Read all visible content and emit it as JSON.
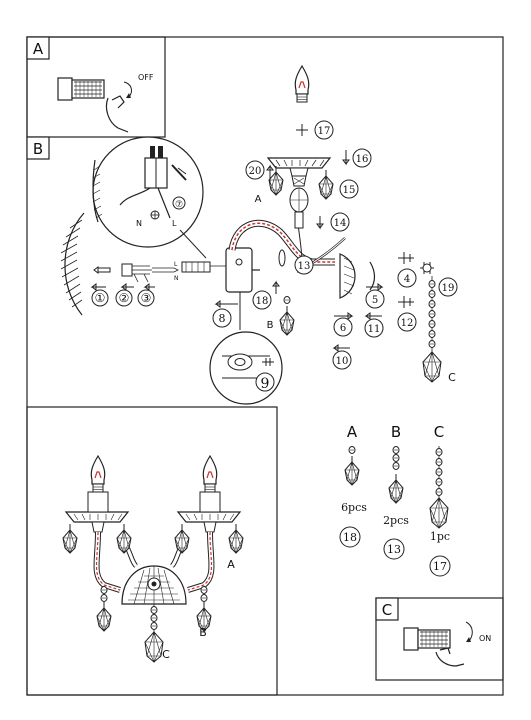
{
  "panels": {
    "a": {
      "label": "A",
      "switch_text": "OFF"
    },
    "b": {
      "label": "B"
    },
    "c": {
      "label": "C",
      "switch_text": "ON"
    }
  },
  "wiring": {
    "neutral": "N",
    "live": "L",
    "cable_neutral": "N",
    "cable_live": "L"
  },
  "steps": {
    "s1": "①",
    "s2": "②",
    "s3": "③",
    "s4": "4",
    "s5": "5",
    "s6": "6",
    "s7": "⑦",
    "s8": "8",
    "s9": "9",
    "s10": "10",
    "s11": "11",
    "s12": "12",
    "s13": "13",
    "s14": "14",
    "s15": "15",
    "s16": "16",
    "s17": "17",
    "s18": "18",
    "s19": "19",
    "s20": "20"
  },
  "crystal_letters": {
    "a": "A",
    "b": "B",
    "c": "C"
  },
  "parts": [
    {
      "letter": "A",
      "qty": "6pcs",
      "step": "18"
    },
    {
      "letter": "B",
      "qty": "2pcs",
      "step": "13"
    },
    {
      "letter": "C",
      "qty": "1pc",
      "step": "17"
    }
  ],
  "assembled": {
    "label_a": "A",
    "label_b": "B",
    "label_c": "C"
  },
  "colors": {
    "wire_red": "#cc3333",
    "line": "#222222"
  }
}
